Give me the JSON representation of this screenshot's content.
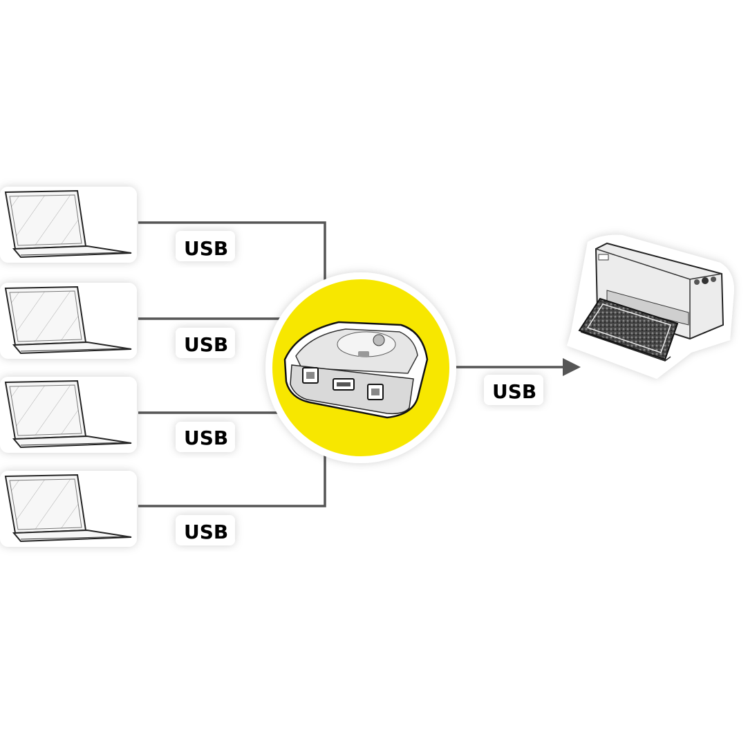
{
  "connections": {
    "laptop_1_label": "USB",
    "laptop_2_label": "USB",
    "laptop_3_label": "USB",
    "laptop_4_label": "USB",
    "printer_label": "USB"
  },
  "colors": {
    "hub_circle": "#f7e700",
    "connector_line": "#555555",
    "label_text": "#000000"
  },
  "icons": {
    "computers": [
      "laptop-icon",
      "laptop-icon",
      "laptop-icon",
      "laptop-icon"
    ],
    "hub": "usb-sharing-switch-icon",
    "output": "printer-icon"
  }
}
